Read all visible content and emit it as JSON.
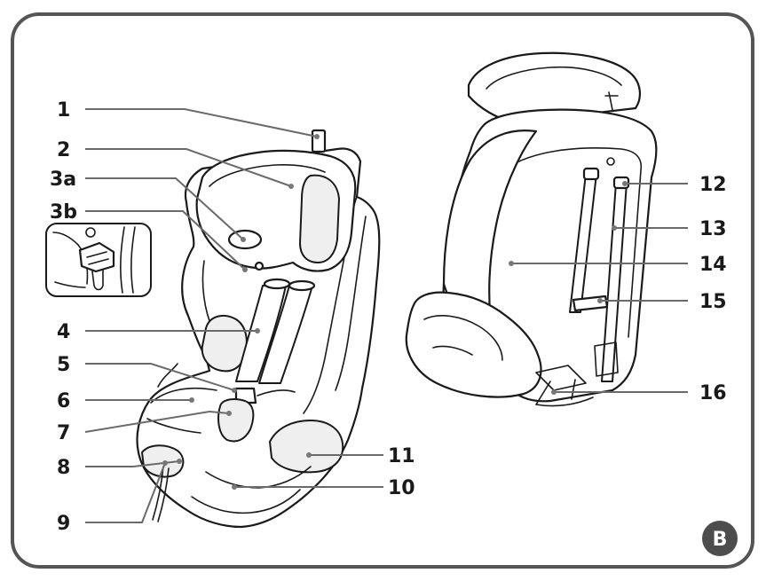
{
  "labels": {
    "l1": "1",
    "l2": "2",
    "l3a": "3a",
    "l3b": "3b",
    "l4": "4",
    "l5": "5",
    "l6": "6",
    "l7": "7",
    "l8": "8",
    "l9": "9",
    "l10": "10",
    "l11": "11",
    "l12": "12",
    "l13": "13",
    "l14": "14",
    "l15": "15",
    "l16": "16"
  },
  "badge": "B",
  "colors": {
    "frame": "#555555",
    "badge": "#4d4d4d",
    "leader": "#6a6a6a",
    "accent_buckle": "#c8472f"
  }
}
